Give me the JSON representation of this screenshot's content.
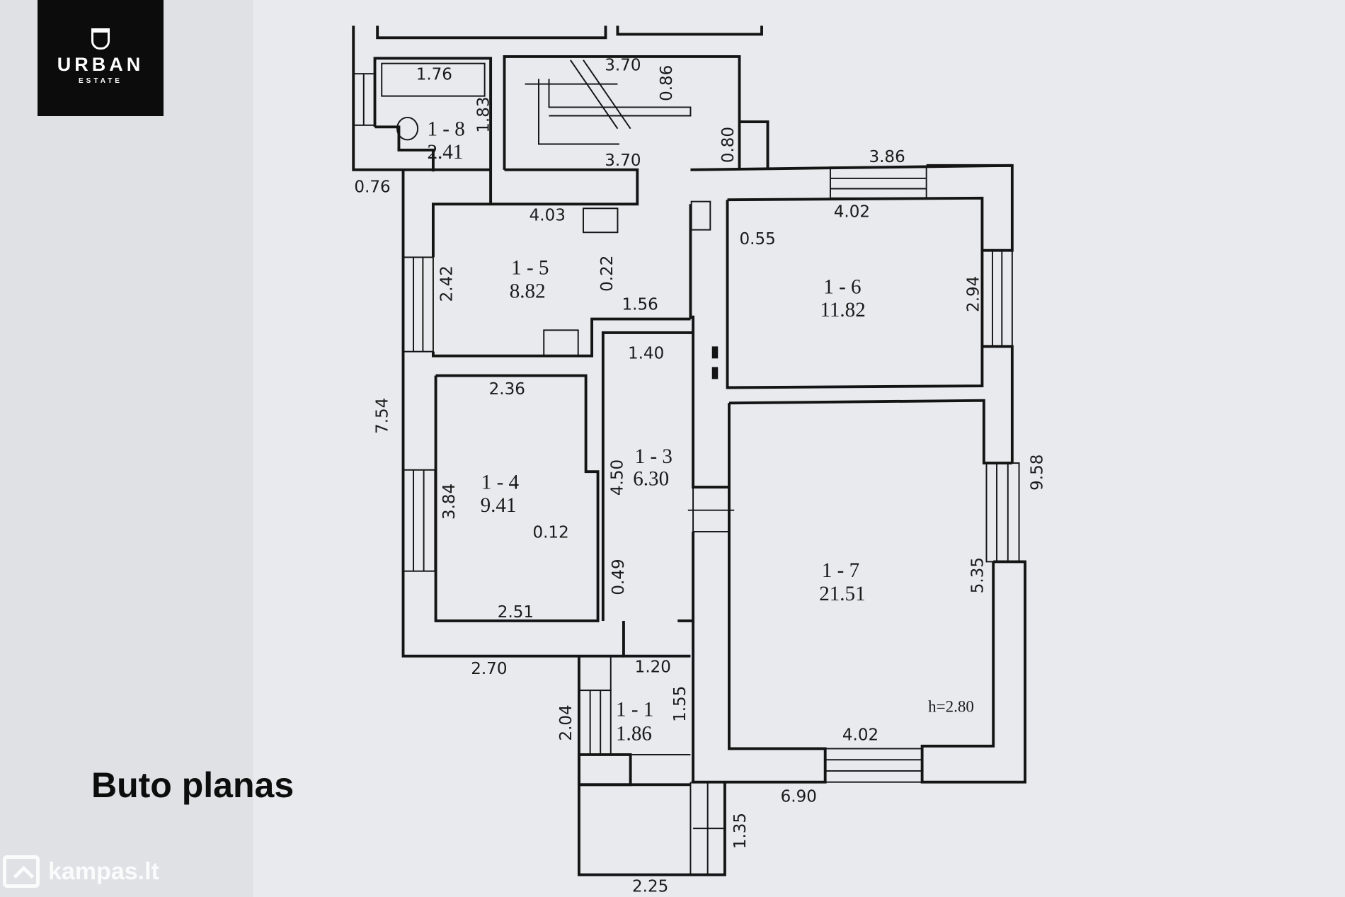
{
  "logo": {
    "brand": "URBAN",
    "sub": "ESTATE"
  },
  "title": "Buto planas",
  "watermark": "kampas.lt",
  "rooms": [
    {
      "id": "1 - 8",
      "area": "2.41"
    },
    {
      "id": "1 - 5",
      "area": "8.82"
    },
    {
      "id": "1 - 6",
      "area": "11.82"
    },
    {
      "id": "1 - 4",
      "area": "9.41"
    },
    {
      "id": "1 - 3",
      "area": "6.30"
    },
    {
      "id": "1 - 7",
      "area": "21.51"
    },
    {
      "id": "1 - 1",
      "area": "1.86"
    }
  ],
  "ceiling_height": "h=2.80",
  "dims": [
    "1.76",
    "1.83",
    "3.70",
    "0.86",
    "0.80",
    "3.70",
    "0.76",
    "4.03",
    "3.86",
    "4.02",
    "0.55",
    "2.42",
    "0.22",
    "1.56",
    "2.94",
    "1.40",
    "2.36",
    "7.54",
    "3.84",
    "4.50",
    "0.12",
    "0.49",
    "9.58",
    "5.35",
    "2.51",
    "2.70",
    "1.20",
    "1.55",
    "2.04",
    "4.02",
    "6.90",
    "1.35",
    "2.25"
  ]
}
